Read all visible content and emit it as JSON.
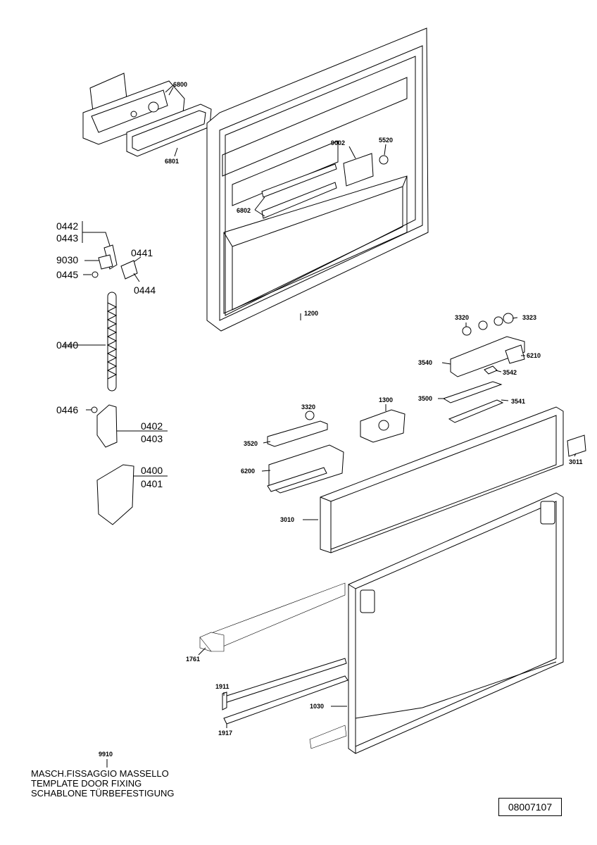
{
  "labels": {
    "l6800": "6800",
    "l6801": "6801",
    "l9002": "9002",
    "l5520": "5520",
    "l6802": "6802",
    "l1200": "1200",
    "l0442": "0442",
    "l0443": "0443",
    "l9030": "9030",
    "l0441": "0441",
    "l0445": "0445",
    "l0444": "0444",
    "l0440": "0440",
    "l0446": "0446",
    "l0402": "0402",
    "l0403": "0403",
    "l0400": "0400",
    "l0401": "0401",
    "l3320a": "3320",
    "l3323": "3323",
    "l6210": "6210",
    "l3540": "3540",
    "l3542": "3542",
    "l3500": "3500",
    "l3541": "3541",
    "l3320b": "3320",
    "l1300": "1300",
    "l3520": "3520",
    "l3011": "3011",
    "l6200": "6200",
    "l3010": "3010",
    "l1761": "1761",
    "l1911": "1911",
    "l1030": "1030",
    "l1917": "1917",
    "l9910": "9910"
  },
  "caption": {
    "line1": "MASCH.FISSAGGIO MASSELLO",
    "line2": "TEMPLATE DOOR FIXING",
    "line3": "SCHABLONE TÜRBEFESTIGUNG"
  },
  "document_number": "08007107"
}
